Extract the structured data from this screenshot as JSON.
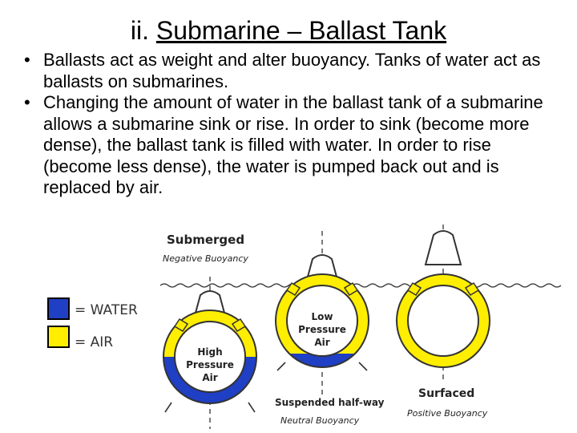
{
  "slide": {
    "title_prefix": "ii. ",
    "title_main": "Submarine – Ballast Tank",
    "bullets": [
      "Ballasts act as weight and alter buoyancy. Tanks of water act as ballasts on submarines.",
      "Changing the amount of water in the ballast tank of a submarine allows a submarine sink or rise. In order to sink (become more dense), the ballast tank is filled with water. In order to rise (become less dense), the water is pumped back out and is replaced by air."
    ],
    "bullet_glyph": "•"
  },
  "diagram": {
    "legend": {
      "water_label": "= WATER",
      "air_label": "= AIR",
      "water_color": "#1f3fc4",
      "air_color": "#ffee00"
    },
    "states": [
      {
        "name": "Submerged",
        "buoyancy": "Negative Buoyancy",
        "pressure_line1": "High",
        "pressure_line2": "Pressure",
        "pressure_line3": "Air",
        "water_fraction": 0.5
      },
      {
        "name": "Suspended half-way",
        "buoyancy": "Neutral Buoyancy",
        "pressure_line1": "Low",
        "pressure_line2": "Pressure",
        "pressure_line3": "Air",
        "water_fraction": 0.15
      },
      {
        "name": "Surfaced",
        "buoyancy": "Positive Buoyancy",
        "water_fraction": 0
      }
    ]
  }
}
